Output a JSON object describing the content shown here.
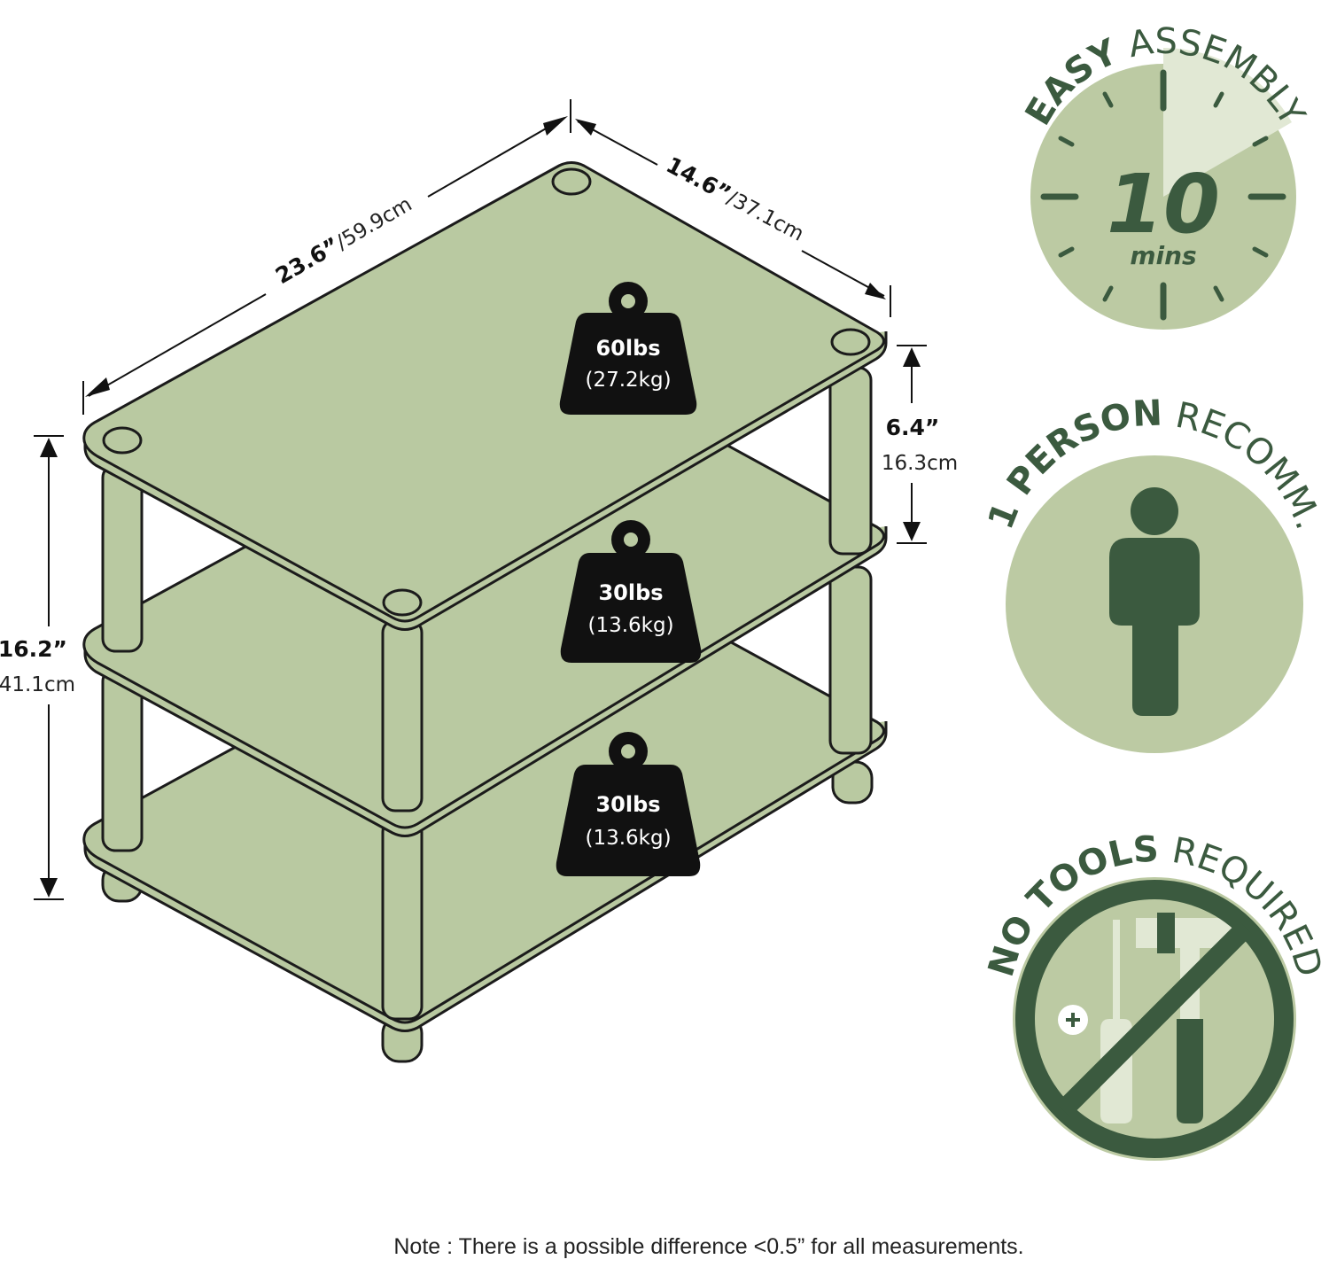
{
  "dimensions": {
    "width_in": "23.6”",
    "width_cm": "/59.9cm",
    "depth_in": "14.6”",
    "depth_cm": "/37.1cm",
    "height_in": "16.2”",
    "height_cm": "41.1cm",
    "shelf_gap_in": "6.4”",
    "shelf_gap_cm": "16.3cm"
  },
  "weights": [
    {
      "lbs": "60lbs",
      "kg": "(27.2kg)"
    },
    {
      "lbs": "30lbs",
      "kg": "(13.6kg)"
    },
    {
      "lbs": "30lbs",
      "kg": "(13.6kg)"
    }
  ],
  "badges": {
    "assembly": {
      "bold": "EASY",
      "light": " ASSEMBLY",
      "number": "10",
      "unit": "mins"
    },
    "person": {
      "bold": "1 PERSON",
      "light": " RECOMM."
    },
    "tools": {
      "bold": "NO TOOLS",
      "light": " REQUIRED"
    }
  },
  "note": "Note : There is a possible difference <0.5” for all measurements.",
  "colors": {
    "shelf_fill": "#b9c9a1",
    "shelf_outline": "#1b1b1b",
    "badge_circle": "#bccaa3",
    "badge_dark": "#3b5a3f",
    "badge_pale": "#e1e8d4"
  }
}
